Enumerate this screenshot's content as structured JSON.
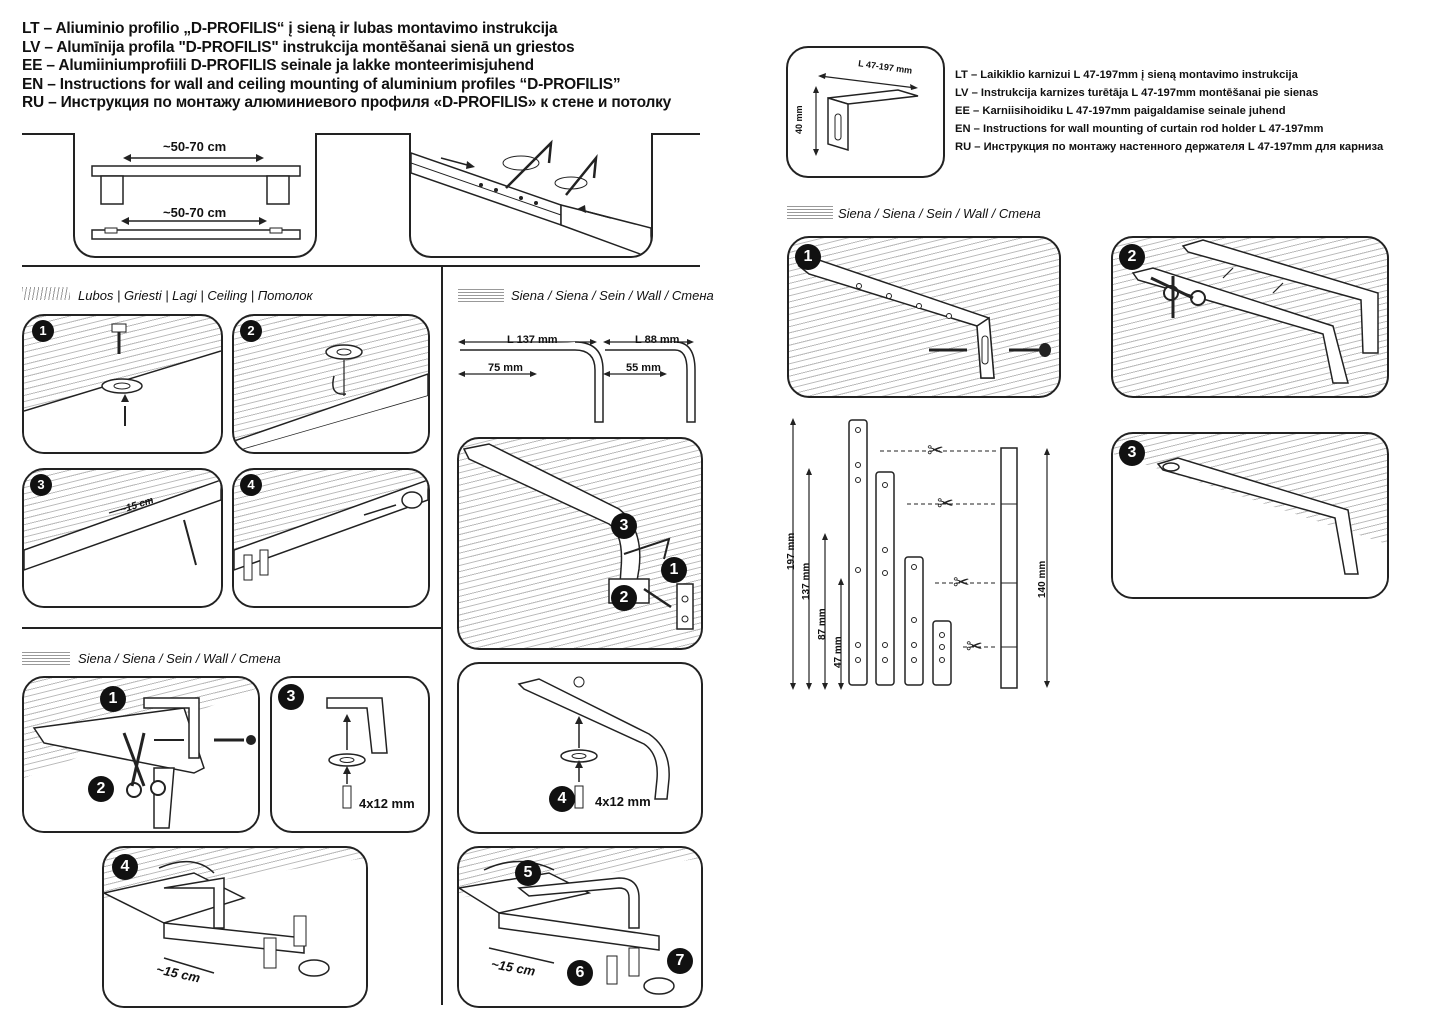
{
  "header": {
    "lines": [
      "LT – Aliuminio profilio „D-PROFILIS“ į sieną ir lubas montavimo instrukcija",
      "LV – Alumīnija profila \"D-PROFILIS\" instrukcija montēšanai sienā un griestos",
      "EE – Alumiiniumprofiili D-PROFILIS seinale ja lakke monteerimisjuhend",
      "EN – Instructions for wall and ceiling mounting of aluminium profiles “D-PROFILIS”",
      "RU – Инструкция по монтажу алюминиевого профиля «D-PROFILIS» к стене и потолку"
    ]
  },
  "right_header": {
    "lines": [
      "LT – Laikiklio karnizui L 47-197mm  į sieną montavimo instrukcija",
      "LV – Instrukcija karnizes turētāja L 47-197mm montēšanai pie sienas",
      "EE – Karniisihoidiku L 47-197mm paigaldamise seinale juhend",
      "EN – Instructions for wall mounting of curtain rod holder L 47-197mm",
      "RU – Инструкция по монтажу настенного держателя L 47-197mm для карниза"
    ],
    "bracket_width": "L 47-197 mm",
    "bracket_height": "40 mm"
  },
  "top_panel": {
    "spacing_1": "~50-70 cm",
    "spacing_2": "~50-70 cm"
  },
  "sections": {
    "ceiling": "Lubos | Griesti | Lagi | Ceiling | Потолок",
    "wall_a": "Siena / Siena / Sein / Wall / Стена",
    "wall_b": "Siena / Siena / Sein / Wall / Стена",
    "wall_right": "Siena / Siena / Sein / Wall / Стена"
  },
  "ceiling_steps": [
    "1",
    "2",
    "3",
    "4"
  ],
  "ceiling_gap": "~15 cm",
  "bracket_dims": {
    "long": "L 137 mm",
    "long_sub": "75 mm",
    "short": "L 88 mm",
    "short_sub": "55 mm"
  },
  "wall_steps": {
    "a1": "1",
    "a2": "2",
    "a3": "3",
    "a4": "4",
    "b3": "3",
    "b1": "1",
    "b2": "2",
    "b4": "4",
    "b5": "5",
    "b6": "6",
    "b7": "7"
  },
  "screw_size_1": "4x12 mm",
  "screw_size_2": "4x12 mm",
  "gap_left": "~15 cm",
  "gap_right": "~15 cm",
  "right_steps": [
    "1",
    "2",
    "3"
  ],
  "lengths": {
    "l197": "197 mm",
    "l137": "137 mm",
    "l87": "87 mm",
    "l47": "47 mm",
    "l140": "140 mm"
  }
}
